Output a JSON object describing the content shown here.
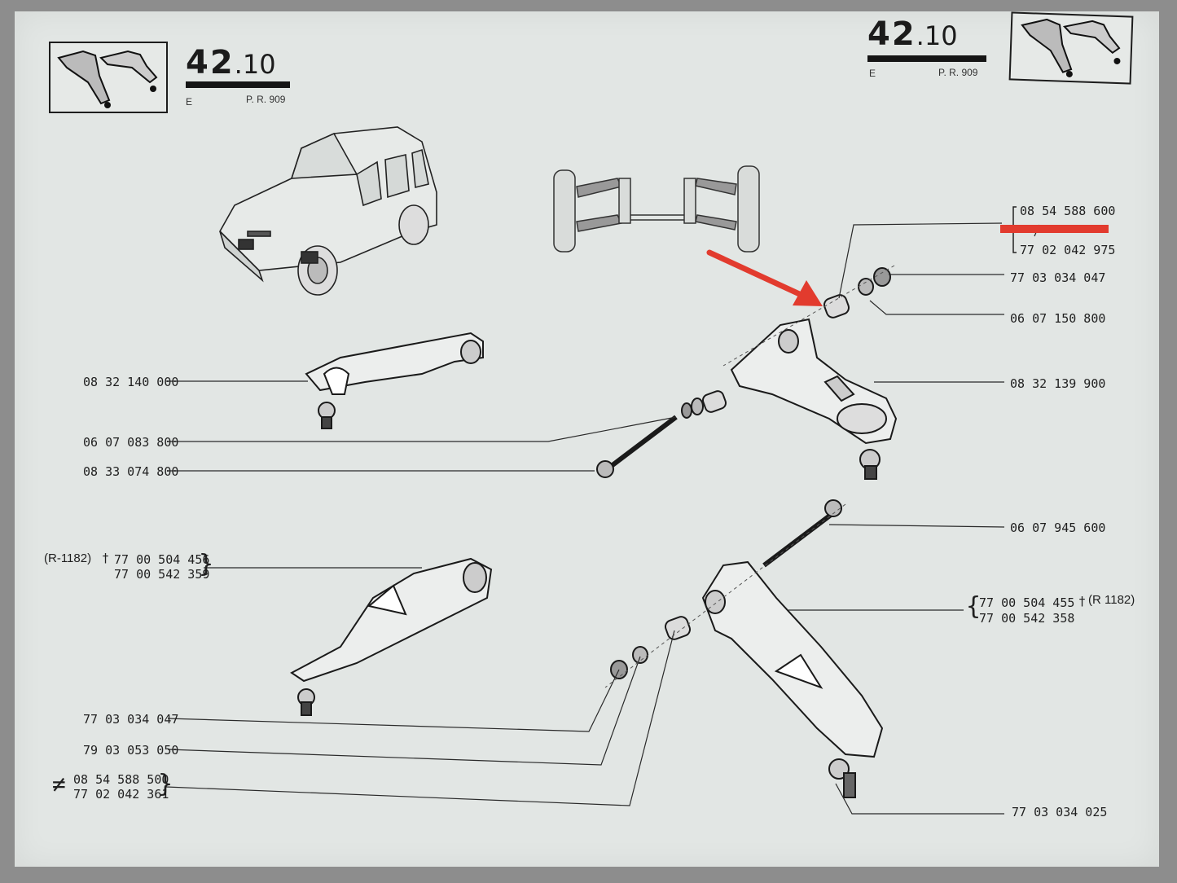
{
  "header_left": {
    "main": "42",
    "sub": ".10",
    "edition": "E",
    "ref": "P. R. 909"
  },
  "header_right": {
    "main": "42",
    "sub": ".10",
    "edition": "E",
    "ref": "P. R. 909"
  },
  "labels": {
    "l1": "08 32 140 000",
    "l2": "06 07 083 800",
    "l3": "08 33 074 800",
    "l4_prefix": "(R-1182)",
    "l4_mark": "†",
    "l4a": "77 00 504 456",
    "l4b": "77 00 542 359",
    "l5": "77 03 034 047",
    "l6": "79 03 053 050",
    "l7_mark": "≠",
    "l7a": "08 54 588 500",
    "l7b": "77 02 042 361",
    "r1a": "08 54 588 600",
    "r1b": "77 02 042 975",
    "r2": "77 03 034 047",
    "r3": "06 07 150 800",
    "r4": "08 32 139 900",
    "r5": "06 07 945 600",
    "r6a": "77 00 504 455",
    "r6_mark": "†",
    "r6_suffix": "(R 1182)",
    "r6b": "77 00 542 358",
    "r7": "77 03 034 025"
  },
  "colors": {
    "annotation": "#e23b2e",
    "ink": "#1f1f1f",
    "paper": "#e2e6e4"
  },
  "icons": [
    "suspension-arm-thumbnail-icon",
    "car-illustration-icon",
    "front-axle-diagram-icon",
    "red-arrow-icon",
    "red-highlight-bar-icon"
  ]
}
